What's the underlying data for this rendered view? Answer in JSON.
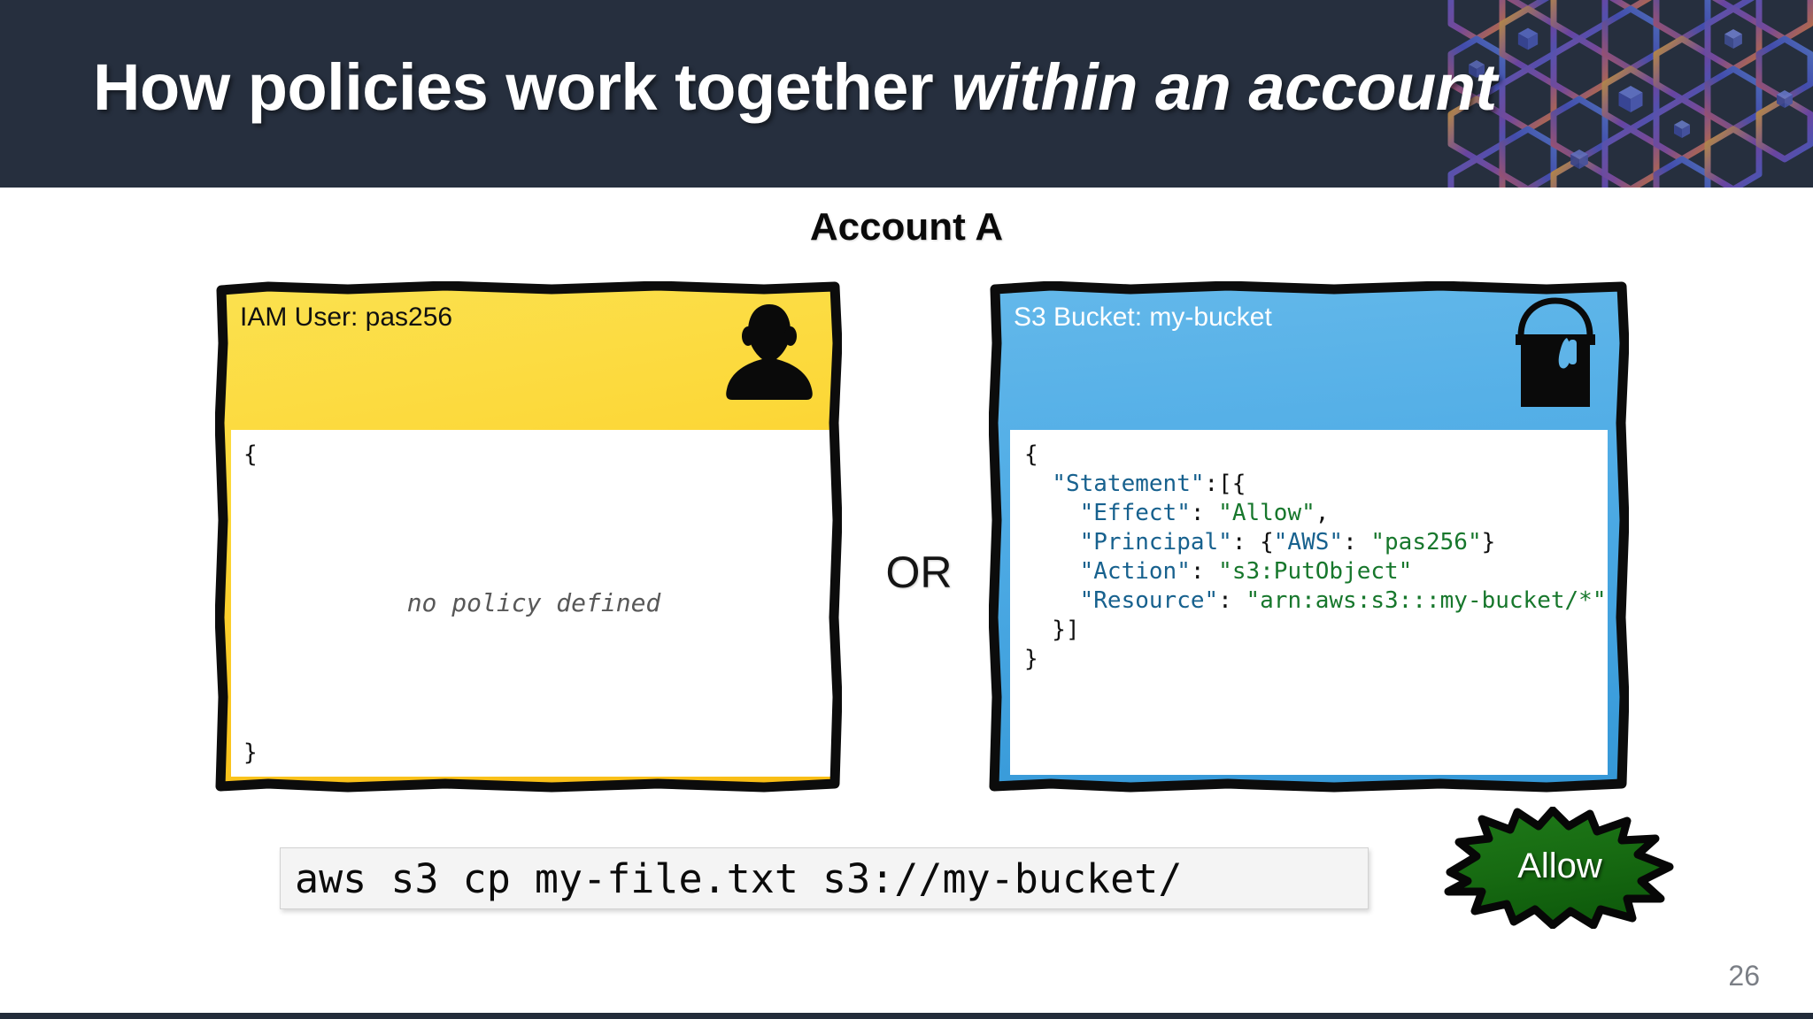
{
  "slide": {
    "header": {
      "title_main": "How policies work together ",
      "title_emphasis": "within an account",
      "background_color": "#262f3e",
      "pattern_icon": "isometric-cube-hex-pattern"
    },
    "account_title": "Account A",
    "page_number": "26"
  },
  "user_box": {
    "label": "IAM User: pas256",
    "icon": "person-silhouette-icon",
    "fill_color": "#fcd839",
    "policy": {
      "open_brace": "{",
      "close_brace": "}",
      "empty_note": "no policy defined"
    }
  },
  "bucket_box": {
    "label": "S3 Bucket: my-bucket",
    "icon": "paint-bucket-icon",
    "fill_color": "#51ade6",
    "policy_lines": [
      [
        {
          "t": "{",
          "c": "punct"
        }
      ],
      [
        {
          "t": "  ",
          "c": "punct"
        },
        {
          "t": "\"Statement\"",
          "c": "key"
        },
        {
          "t": ":[{",
          "c": "punct"
        }
      ],
      [
        {
          "t": "    ",
          "c": "punct"
        },
        {
          "t": "\"Effect\"",
          "c": "key"
        },
        {
          "t": ": ",
          "c": "punct"
        },
        {
          "t": "\"Allow\"",
          "c": "val"
        },
        {
          "t": ",",
          "c": "punct"
        }
      ],
      [
        {
          "t": "    ",
          "c": "punct"
        },
        {
          "t": "\"Principal\"",
          "c": "key"
        },
        {
          "t": ": {",
          "c": "punct"
        },
        {
          "t": "\"AWS\"",
          "c": "key"
        },
        {
          "t": ": ",
          "c": "punct"
        },
        {
          "t": "\"pas256\"",
          "c": "val"
        },
        {
          "t": "}",
          "c": "punct"
        }
      ],
      [
        {
          "t": "    ",
          "c": "punct"
        },
        {
          "t": "\"Action\"",
          "c": "key"
        },
        {
          "t": ": ",
          "c": "punct"
        },
        {
          "t": "\"s3:PutObject\"",
          "c": "val"
        }
      ],
      [
        {
          "t": "    ",
          "c": "punct"
        },
        {
          "t": "\"Resource\"",
          "c": "key"
        },
        {
          "t": ": ",
          "c": "punct"
        },
        {
          "t": "\"arn:aws:s3:::my-bucket/*\"",
          "c": "val"
        }
      ],
      [
        {
          "t": "  }]",
          "c": "punct"
        }
      ],
      [
        {
          "t": "}",
          "c": "punct"
        }
      ]
    ]
  },
  "operator": {
    "label": "OR"
  },
  "command": {
    "text": "aws s3 cp my-file.txt s3://my-bucket/"
  },
  "result_badge": {
    "label": "Allow",
    "color": "#1b6e16",
    "shape": "starburst"
  }
}
